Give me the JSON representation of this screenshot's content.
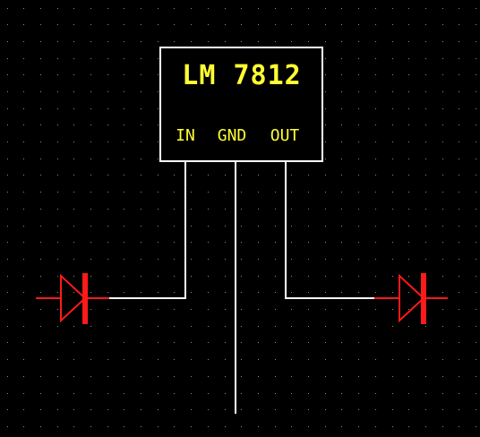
{
  "schematic": {
    "component": {
      "name": "LM 7812",
      "pins": [
        "IN",
        "GND",
        "OUT"
      ]
    },
    "colors": {
      "background": "#000000",
      "grid": "#8c8c8c",
      "wire": "#ffffff",
      "label": "#ffff33",
      "diode": "#ff1a1a"
    },
    "diodes": [
      {
        "name": "diode-left"
      },
      {
        "name": "diode-right"
      }
    ]
  }
}
